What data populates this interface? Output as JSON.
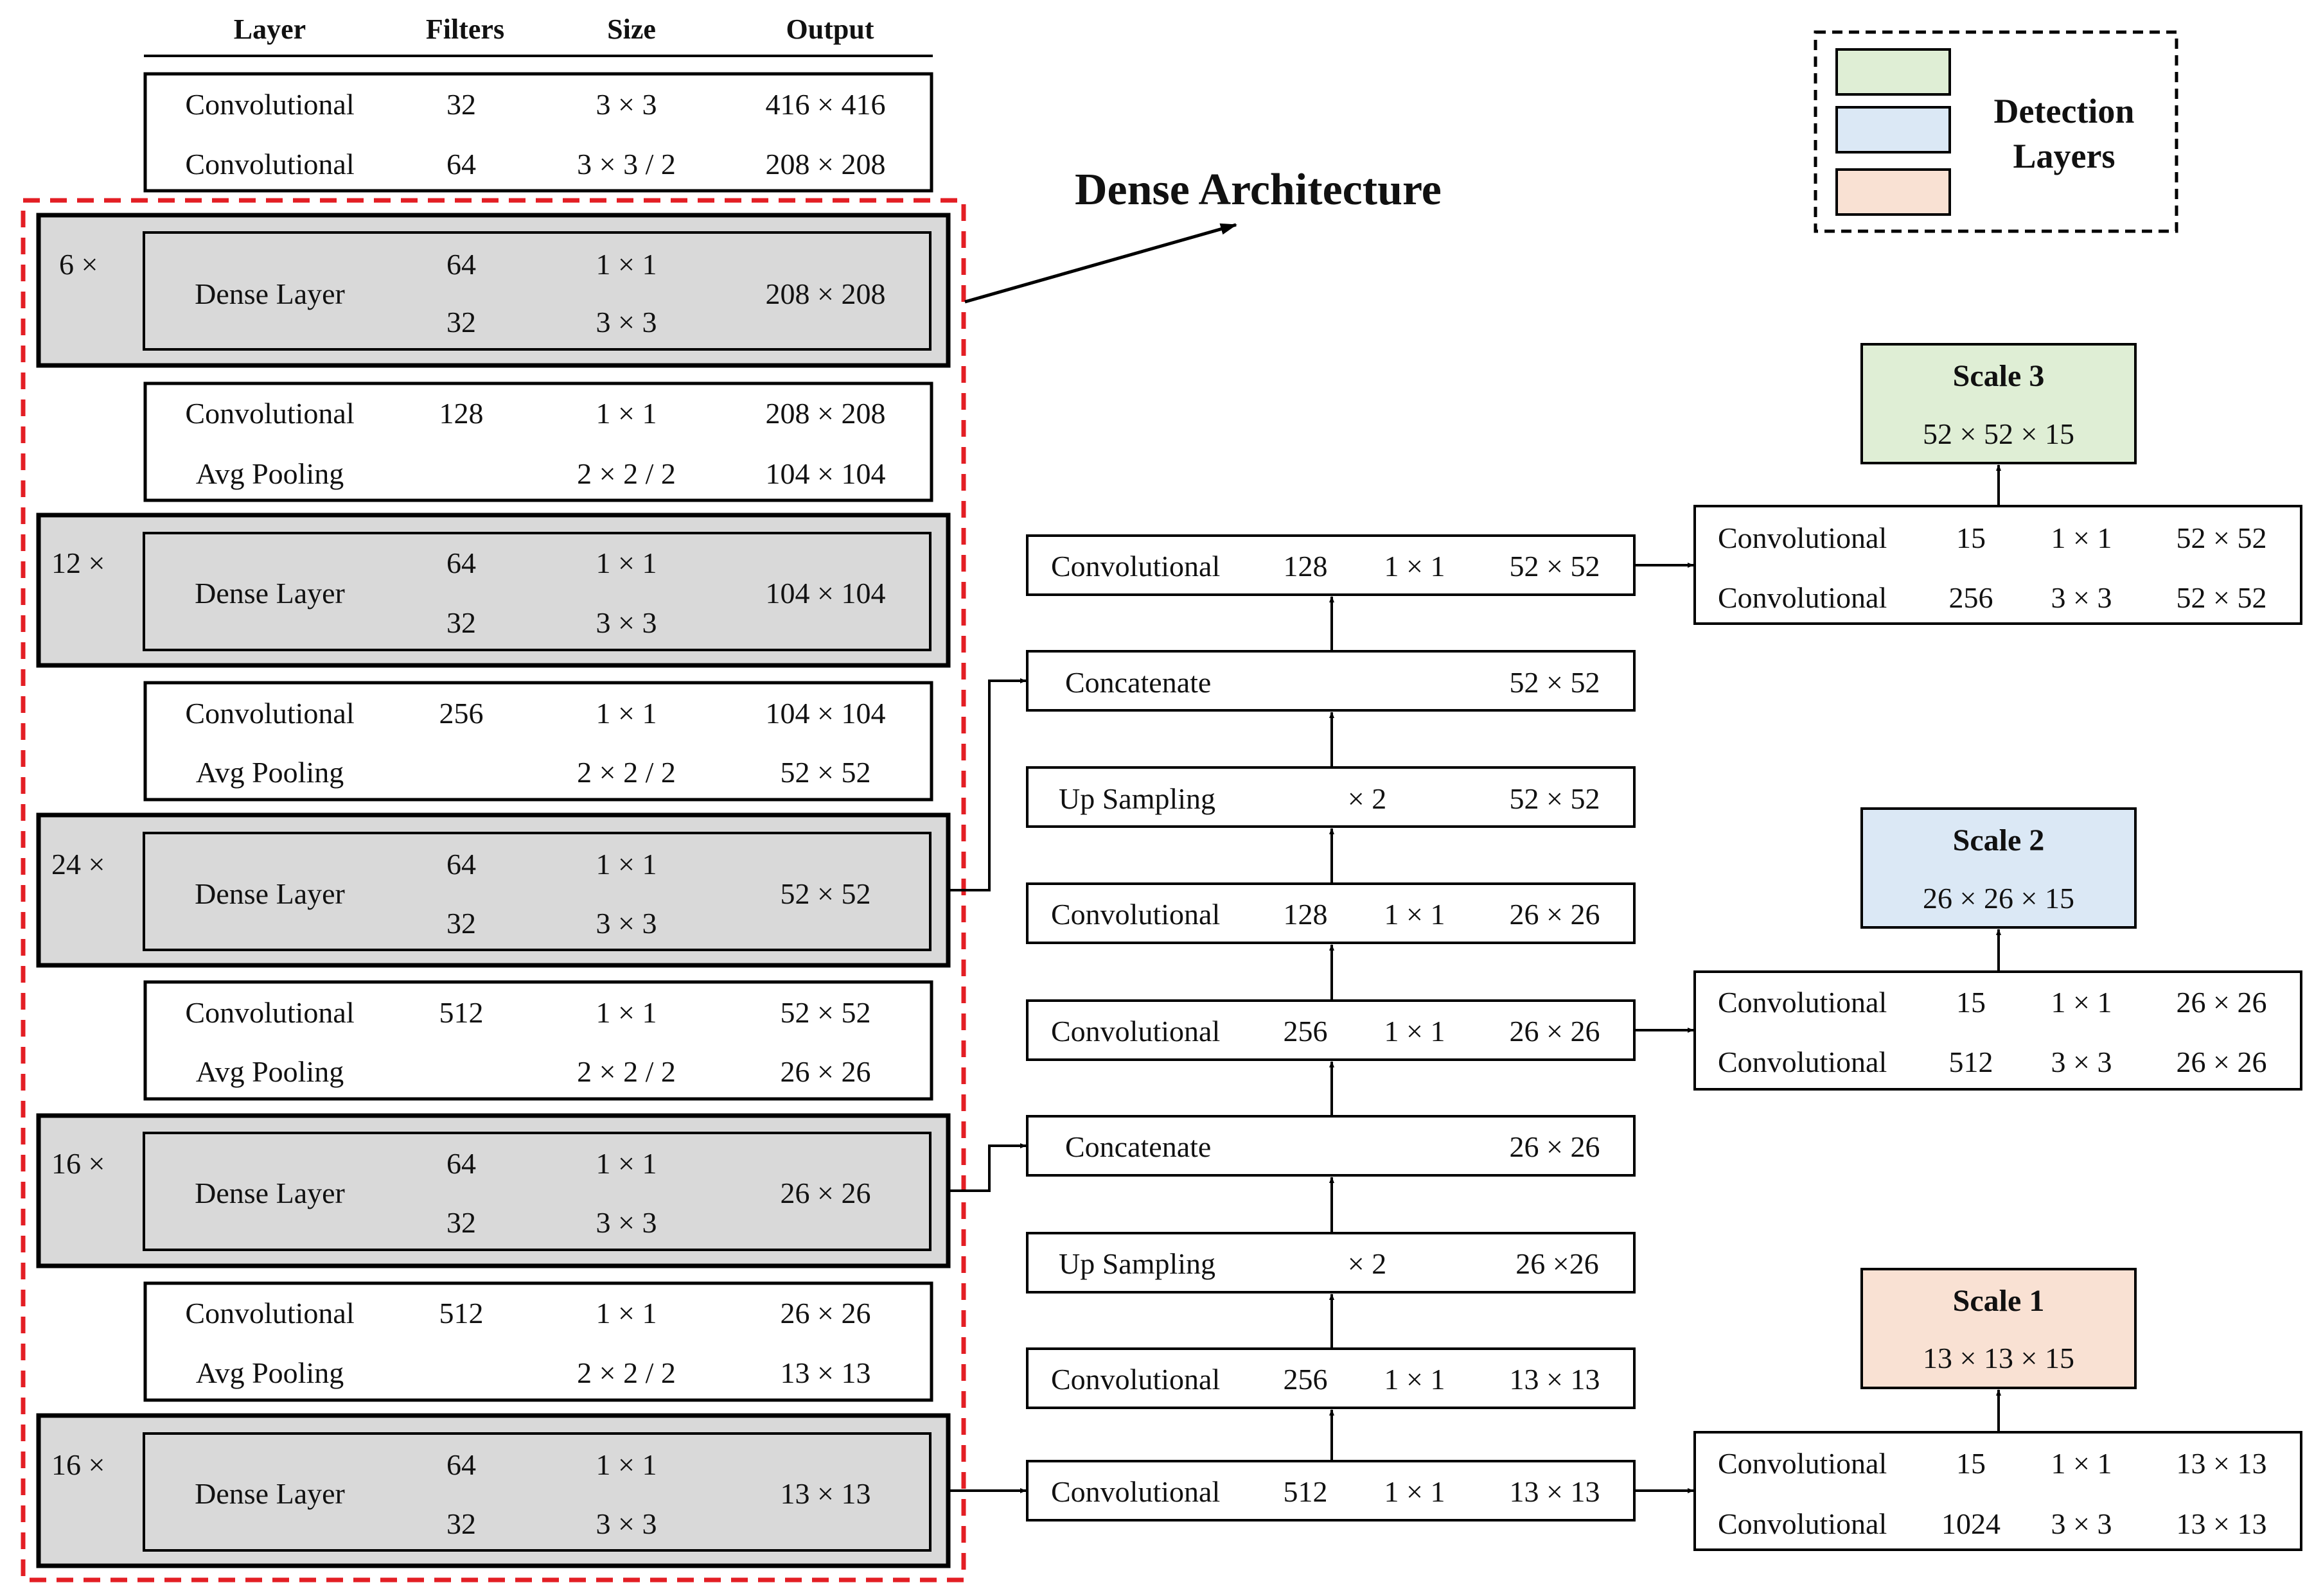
{
  "header": {
    "layer": "Layer",
    "filters": "Filters",
    "size": "Size",
    "output": "Output"
  },
  "title": "Dense Architecture",
  "legend": {
    "title_line1": "Detection",
    "title_line2": "Layers",
    "colors": {
      "green": "#dfeed5",
      "blue": "#dbe8f5",
      "orange": "#f9e1d3"
    }
  },
  "colors": {
    "dense_fill": "#d9d9d9",
    "dashed_red": "#e31e24",
    "line": "#000000"
  },
  "backbone": {
    "first": {
      "rows": [
        {
          "layer": "Convolutional",
          "filters": "32",
          "size": "3 × 3",
          "output": "416 × 416"
        },
        {
          "layer": "Convolutional",
          "filters": "64",
          "size": "3 × 3 / 2",
          "output": "208 × 208"
        }
      ]
    },
    "dense_blocks": [
      {
        "repeat": "6 ×",
        "layer": "Dense Layer",
        "filters": [
          "64",
          "32"
        ],
        "sizes": [
          "1 × 1",
          "3 × 3"
        ],
        "output": "208 × 208"
      },
      {
        "repeat": "12 ×",
        "layer": "Dense Layer",
        "filters": [
          "64",
          "32"
        ],
        "sizes": [
          "1 × 1",
          "3 × 3"
        ],
        "output": "104 × 104"
      },
      {
        "repeat": "24 ×",
        "layer": "Dense Layer",
        "filters": [
          "64",
          "32"
        ],
        "sizes": [
          "1 × 1",
          "3 × 3"
        ],
        "output": "52 × 52"
      },
      {
        "repeat": "16 ×",
        "layer": "Dense Layer",
        "filters": [
          "64",
          "32"
        ],
        "sizes": [
          "1 × 1",
          "3 × 3"
        ],
        "output": "26 × 26"
      },
      {
        "repeat": "16 ×",
        "layer": "Dense Layer",
        "filters": [
          "64",
          "32"
        ],
        "sizes": [
          "1 × 1",
          "3 × 3"
        ],
        "output": "13 × 13"
      }
    ],
    "transitions": [
      {
        "rows": [
          {
            "layer": "Convolutional",
            "filters": "128",
            "size": "1 × 1",
            "output": "208 × 208"
          },
          {
            "layer": "Avg Pooling",
            "filters": "",
            "size": "2 × 2 / 2",
            "output": "104 × 104"
          }
        ]
      },
      {
        "rows": [
          {
            "layer": "Convolutional",
            "filters": "256",
            "size": "1 × 1",
            "output": "104 × 104"
          },
          {
            "layer": "Avg Pooling",
            "filters": "",
            "size": "2 × 2 / 2",
            "output": "52 × 52"
          }
        ]
      },
      {
        "rows": [
          {
            "layer": "Convolutional",
            "filters": "512",
            "size": "1 × 1",
            "output": "52 × 52"
          },
          {
            "layer": "Avg Pooling",
            "filters": "",
            "size": "2 × 2 / 2",
            "output": "26 × 26"
          }
        ]
      },
      {
        "rows": [
          {
            "layer": "Convolutional",
            "filters": "512",
            "size": "1 × 1",
            "output": "26 × 26"
          },
          {
            "layer": "Avg Pooling",
            "filters": "",
            "size": "2 × 2 / 2",
            "output": "13 × 13"
          }
        ]
      }
    ]
  },
  "neck": [
    {
      "layer": "Convolutional",
      "filters": "128",
      "size": "1 × 1",
      "output": "52 × 52"
    },
    {
      "layer": "Concatenate",
      "filters": "",
      "size": "",
      "output": "52 × 52"
    },
    {
      "layer": "Up Sampling",
      "filters": "",
      "size": "× 2",
      "output": "52 × 52"
    },
    {
      "layer": "Convolutional",
      "filters": "128",
      "size": "1 × 1",
      "output": "26 × 26"
    },
    {
      "layer": "Convolutional",
      "filters": "256",
      "size": "1 × 1",
      "output": "26 × 26"
    },
    {
      "layer": "Concatenate",
      "filters": "",
      "size": "",
      "output": "26 × 26"
    },
    {
      "layer": "Up Sampling",
      "filters": "",
      "size": "× 2",
      "output": "26 ×26"
    },
    {
      "layer": "Convolutional",
      "filters": "256",
      "size": "1 × 1",
      "output": "13 × 13"
    },
    {
      "layer": "Convolutional",
      "filters": "512",
      "size": "1 × 1",
      "output": "13 × 13"
    }
  ],
  "heads": [
    {
      "rows": [
        {
          "layer": "Convolutional",
          "filters": "15",
          "size": "1 × 1",
          "output": "52 × 52"
        },
        {
          "layer": "Convolutional",
          "filters": "256",
          "size": "3 × 3",
          "output": "52 × 52"
        }
      ]
    },
    {
      "rows": [
        {
          "layer": "Convolutional",
          "filters": "15",
          "size": "1 × 1",
          "output": "26 × 26"
        },
        {
          "layer": "Convolutional",
          "filters": "512",
          "size": "3 × 3",
          "output": "26 × 26"
        }
      ]
    },
    {
      "rows": [
        {
          "layer": "Convolutional",
          "filters": "15",
          "size": "1 × 1",
          "output": "13 × 13"
        },
        {
          "layer": "Convolutional",
          "filters": "1024",
          "size": "3 × 3",
          "output": "13 × 13"
        }
      ]
    }
  ],
  "scales": [
    {
      "title": "Scale 3",
      "value": "52 × 52 × 15",
      "color": "#dfeed5"
    },
    {
      "title": "Scale 2",
      "value": "26 × 26 × 15",
      "color": "#dbe8f5"
    },
    {
      "title": "Scale 1",
      "value": "13 × 13 × 15",
      "color": "#f9e1d3"
    }
  ]
}
